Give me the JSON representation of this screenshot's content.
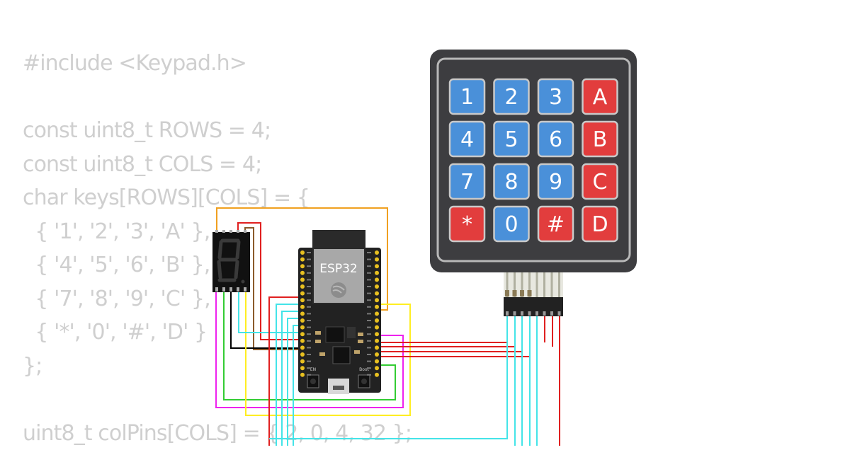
{
  "code_lines": [
    "#include <Keypad.h>",
    "",
    "const uint8_t ROWS = 4;",
    "const uint8_t COLS = 4;",
    "char keys[ROWS][COLS] = {",
    "  { '1', '2', '3', 'A' },",
    "  { '4', '5', '6', 'B' },",
    "  { '7', '8', '9', 'C' },",
    "  { '*', '0', '#', 'D' }",
    "};",
    "",
    "uint8_t colPins[COLS] = { 2, 0, 4, 32 };"
  ],
  "keypad": {
    "keys": [
      [
        "1",
        "2",
        "3",
        "A"
      ],
      [
        "4",
        "5",
        "6",
        "B"
      ],
      [
        "7",
        "8",
        "9",
        "C"
      ],
      [
        "*",
        "0",
        "#",
        "D"
      ]
    ],
    "colors": {
      "number_key": "#4a90d9",
      "letter_key": "#e23d3d",
      "body": "#3d3d40",
      "key_border": "#c9c9c9"
    }
  },
  "esp32": {
    "label": "ESP32",
    "boot_label": "Boot",
    "en_label": "EN",
    "body_color": "#222222",
    "pin_color": "#e8c020"
  },
  "seven_segment": {
    "digit": "8",
    "segment_color": "#3a3a3a"
  },
  "wire_colors": [
    "#f0a020",
    "#e02020",
    "#8b5a2b",
    "#000000",
    "#33cc33",
    "#ee22ee",
    "#ffee22",
    "#44e4e8"
  ]
}
